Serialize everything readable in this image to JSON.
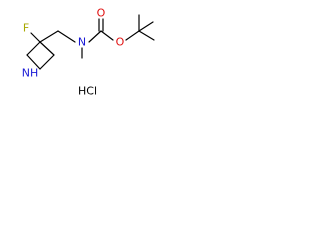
{
  "molecule": {
    "atom_colors": {
      "fluorine": "#a8a800",
      "nitrogen": "#1a1ad6",
      "oxygen": "#e01010",
      "carbon": "#000000"
    },
    "labels": {
      "fluorine": "F",
      "azetidine_nh": "NH",
      "amine_n": "N",
      "ester_o": "O",
      "carbonyl_o": "O"
    },
    "salt": "HCl"
  }
}
